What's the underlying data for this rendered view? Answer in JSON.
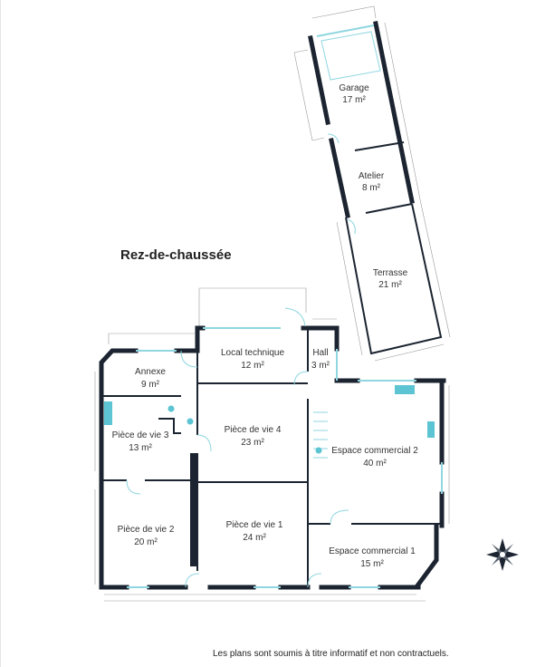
{
  "title": "Rez-de-chaussée",
  "rooms": {
    "garage": {
      "name": "Garage",
      "area": "17 m²"
    },
    "atelier": {
      "name": "Atelier",
      "area": "8 m²"
    },
    "terrasse": {
      "name": "Terrasse",
      "area": "21 m²"
    },
    "local_technique": {
      "name": "Local technique",
      "area": "12 m²"
    },
    "hall": {
      "name": "Hall",
      "area": "3 m²"
    },
    "annexe": {
      "name": "Annexe",
      "area": "9 m²"
    },
    "piece_vie_3": {
      "name": "Pièce de vie 3",
      "area": "13 m²"
    },
    "piece_vie_4": {
      "name": "Pièce de vie 4",
      "area": "23 m²"
    },
    "espace_commercial_2": {
      "name": "Espace commercial 2",
      "area": "40 m²"
    },
    "piece_vie_2": {
      "name": "Pièce de vie 2",
      "area": "20 m²"
    },
    "piece_vie_1": {
      "name": "Pièce de vie 1",
      "area": "24 m²"
    },
    "espace_commercial_1": {
      "name": "Espace commercial 1",
      "area": "15 m²"
    }
  },
  "disclaimer": "Les plans sont soumis à titre informatif et non contractuels."
}
